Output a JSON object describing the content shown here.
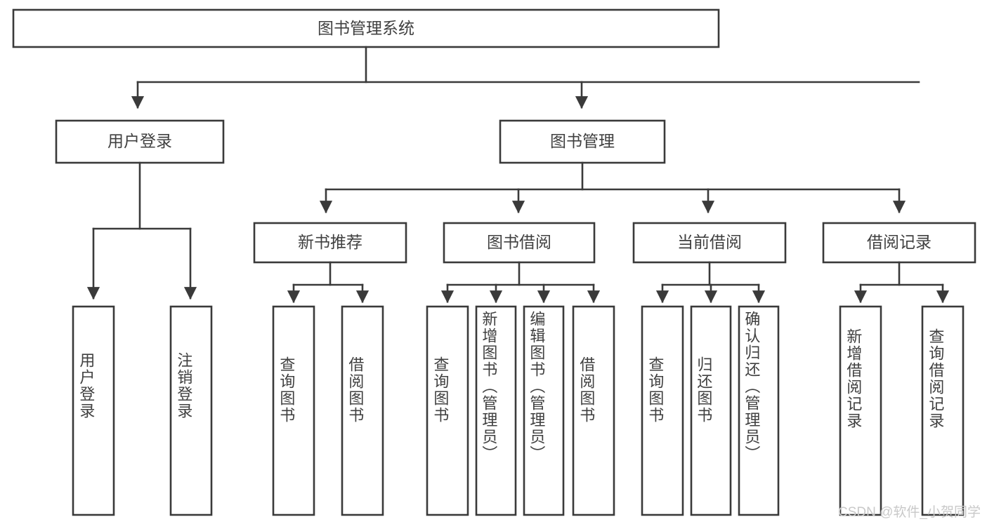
{
  "diagram": {
    "title": "图书管理系统",
    "type": "tree-hierarchy-diagram",
    "colors": {
      "stroke": "#3a3a3a",
      "box_fill": "#ffffff",
      "text": "#404040",
      "watermark": "#c9c9c9",
      "background": "#ffffff"
    },
    "root": {
      "label": "图书管理系统"
    },
    "level2": [
      {
        "label": "用户登录"
      },
      {
        "label": "图书管理"
      }
    ],
    "level3": [
      {
        "label": "新书推荐"
      },
      {
        "label": "图书借阅"
      },
      {
        "label": "当前借阅"
      },
      {
        "label": "借阅记录"
      }
    ],
    "leaves": {
      "user_login": [
        {
          "label": "用户登录"
        },
        {
          "label": "注销登录"
        }
      ],
      "new_book_recommend": [
        {
          "label": "查询图书"
        },
        {
          "label": "借阅图书"
        }
      ],
      "book_borrow": [
        {
          "label": "查询图书"
        },
        {
          "label": "新增图书（管理员）"
        },
        {
          "label": "编辑图书（管理员）"
        },
        {
          "label": "借阅图书"
        }
      ],
      "current_borrow": [
        {
          "label": "查询图书"
        },
        {
          "label": "归还图书"
        },
        {
          "label": "确认归还（管理员）"
        }
      ],
      "borrow_record": [
        {
          "label": "新增借阅记录"
        },
        {
          "label": "查询借阅记录"
        }
      ]
    }
  },
  "watermark": {
    "text": "CSDN @软件_小贺同学"
  }
}
